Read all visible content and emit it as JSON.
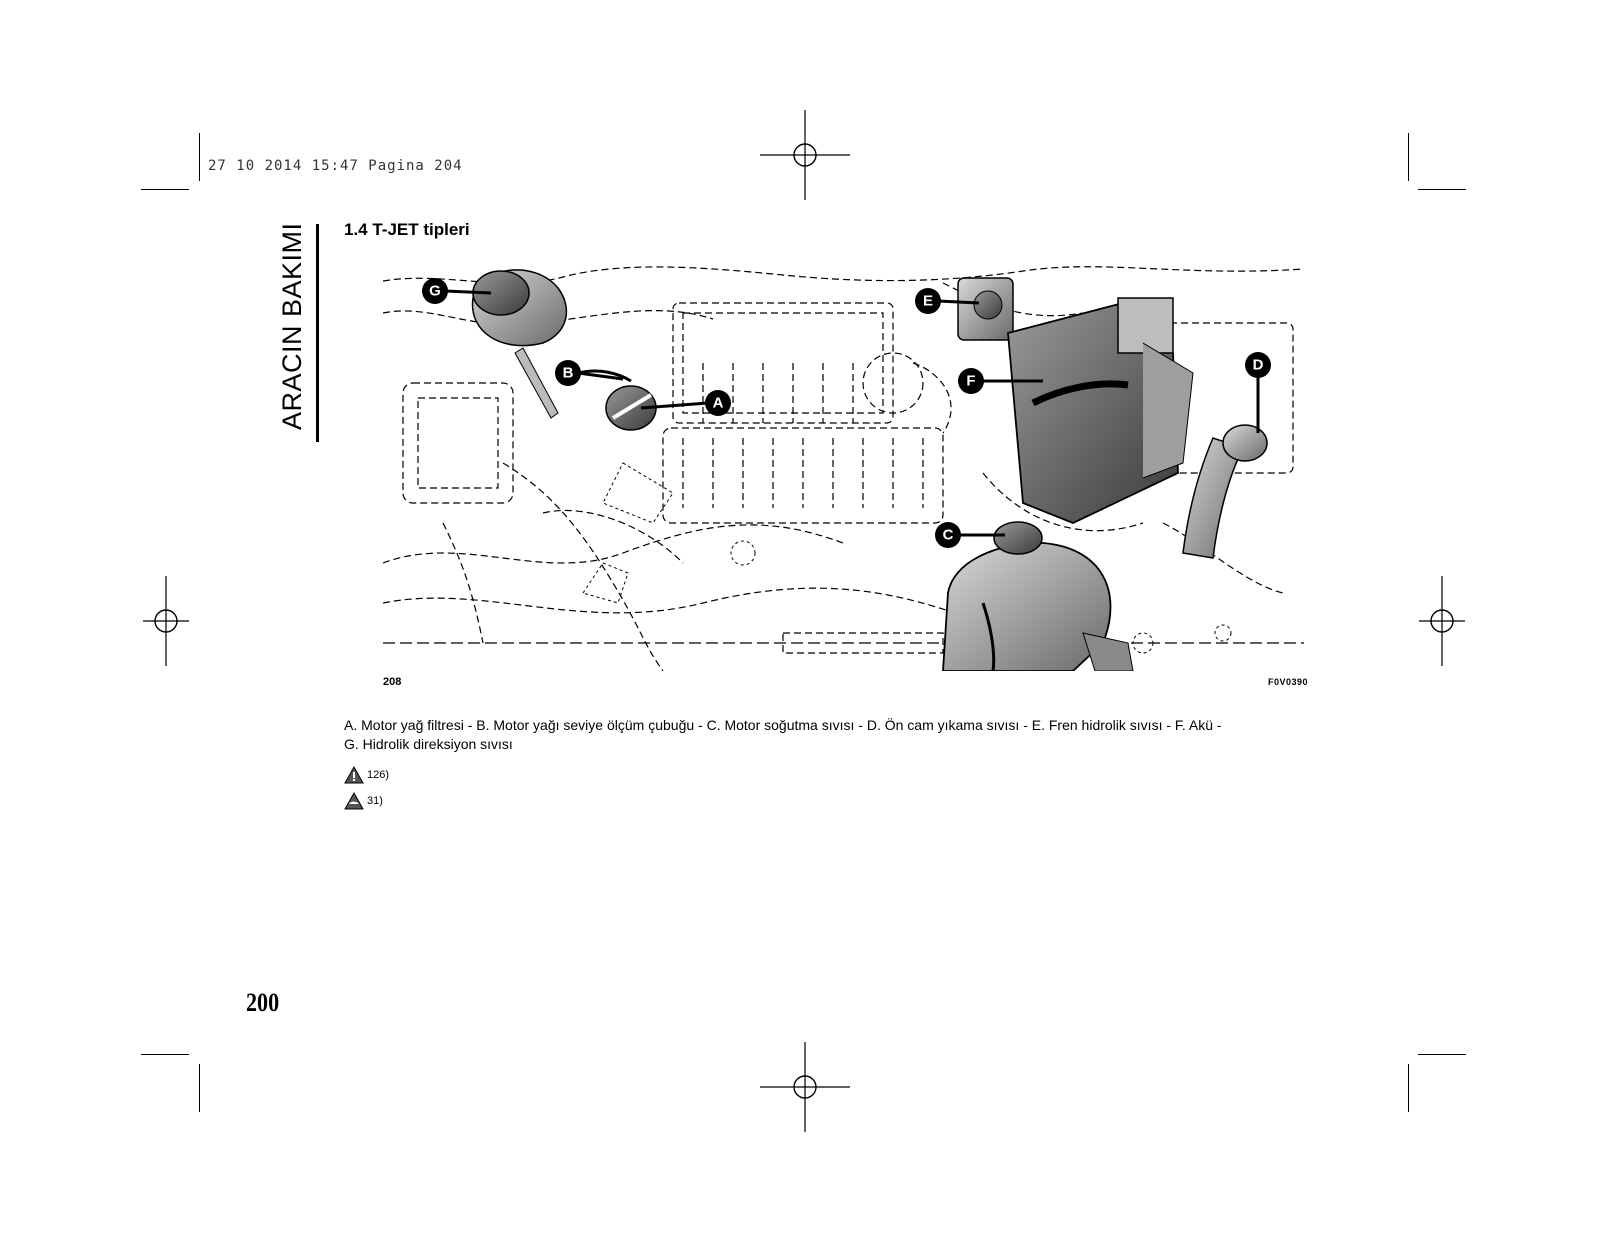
{
  "header": {
    "print_stamp": "27 10 2014 15:47 Pagina 204"
  },
  "sidebar": {
    "section_tab": "ARACIN BAKIMI"
  },
  "section": {
    "title": "1.4 T-JET tipleri"
  },
  "figure": {
    "number": "208",
    "code": "F0V0390",
    "callouts": [
      "A",
      "B",
      "C",
      "D",
      "E",
      "F",
      "G"
    ]
  },
  "caption": {
    "line1": "A. Motor yağ filtresi - B. Motor yağı seviye ölçüm çubuğu - C. Motor soğutma sıvısı - D. Ön cam yıkama sıvısı - E. Fren hidrolik sıvısı - F. Akü -",
    "line2": "G. Hidrolik direksiyon sıvısı"
  },
  "references": [
    {
      "icon": "warning-triangle-icon",
      "text": "126)"
    },
    {
      "icon": "oil-drop-icon",
      "text": "31)"
    }
  ],
  "footer": {
    "page_number": "200"
  }
}
